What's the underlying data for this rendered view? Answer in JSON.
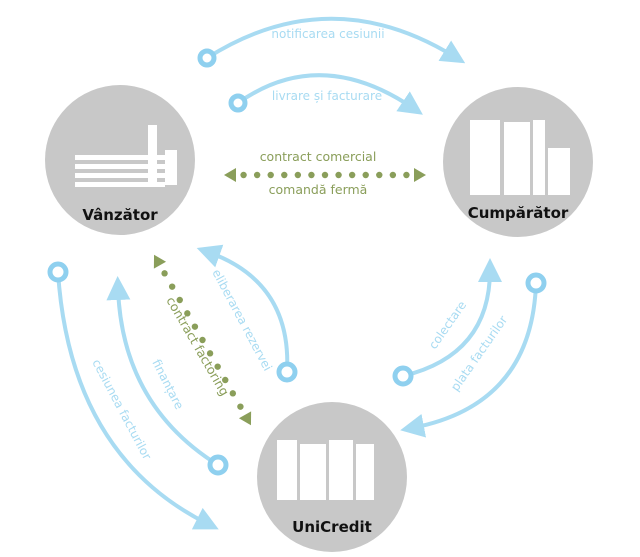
{
  "nodes": {
    "seller": "Vânzător",
    "buyer": "Cumpărător",
    "bank": "UniCredit"
  },
  "flows": {
    "notification": "notificarea cesiunii",
    "delivery": "livrare și facturare",
    "commercial_contract": "contract comercial",
    "firm_order": "comandă fermă",
    "factoring_contract": "contract factoring",
    "reserve_release": "eliberarea rezervei",
    "financing": "finanțare",
    "assignment": "cesiunea facturilor",
    "collection": "colectare",
    "payment": "plata facturilor"
  },
  "colors": {
    "blue": "#a8dbf2",
    "green": "#8a9e5a",
    "gray": "#c8c8c8"
  }
}
